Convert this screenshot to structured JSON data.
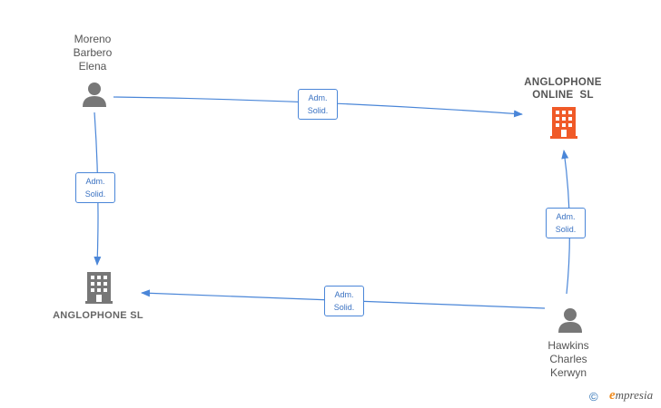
{
  "nodes": {
    "person_moreno": {
      "lines": [
        "Moreno",
        "Barbero",
        "Elena"
      ]
    },
    "person_hawkins": {
      "lines": [
        "Hawkins",
        "Charles",
        "Kerwyn"
      ]
    },
    "company_online": {
      "lines": [
        "ANGLOPHONE",
        "ONLINE  SL"
      ],
      "color": "#f05a28"
    },
    "company_sl": {
      "lines": [
        "ANGLOPHONE SL"
      ],
      "color": "#777777"
    }
  },
  "edges": [
    {
      "from": "person_moreno",
      "to": "company_online",
      "label": [
        "Adm.",
        "Solid."
      ]
    },
    {
      "from": "person_moreno",
      "to": "company_sl",
      "label": [
        "Adm.",
        "Solid."
      ]
    },
    {
      "from": "person_hawkins",
      "to": "company_online",
      "label": [
        "Adm.",
        "Solid."
      ]
    },
    {
      "from": "person_hawkins",
      "to": "company_sl",
      "label": [
        "Adm.",
        "Solid."
      ]
    }
  ],
  "colors": {
    "edge": "#4a86d8",
    "person_icon": "#777777",
    "brand_accent": "#f08a1c"
  },
  "footer": {
    "copyright_symbol": "©",
    "brand_initial": "e",
    "brand_rest": "mpresia"
  }
}
